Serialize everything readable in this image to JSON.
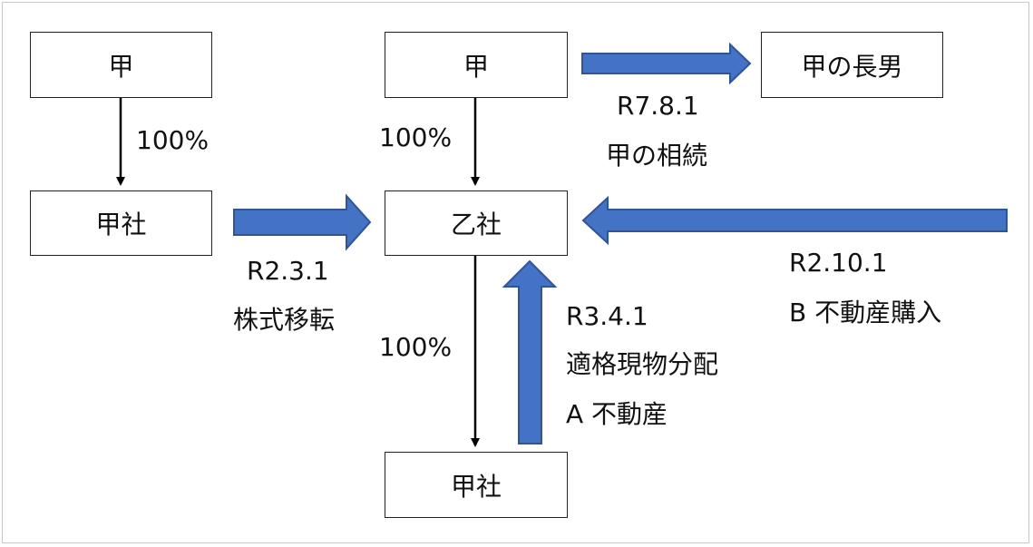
{
  "nodes": {
    "kou_top_left": "甲",
    "kou_top_center": "甲",
    "kou_son": "甲の長男",
    "kousha_left": "甲社",
    "otsusha": "乙社",
    "kousha_bottom": "甲社"
  },
  "edge_labels": {
    "left_ownership": "100%",
    "center_top_ownership": "100%",
    "center_bottom_ownership": "100%",
    "transfer_date": "R2.3.1",
    "transfer_desc": "株式移転",
    "inherit_date": "R7.8.1",
    "inherit_desc": "甲の相続",
    "purchase_date": "R2.10.1",
    "purchase_desc": "B 不動産購入",
    "distribution_date": "R3.4.1",
    "distribution_desc": "適格現物分配",
    "distribution_asset": "A 不動産"
  },
  "colors": {
    "block_arrow_fill": "#4472C4",
    "block_arrow_stroke": "#2F5597",
    "line": "#000000"
  }
}
